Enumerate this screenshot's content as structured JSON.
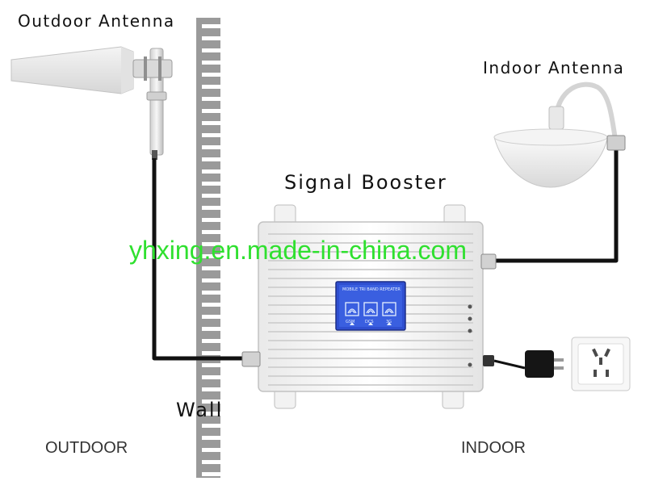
{
  "labels": {
    "outdoor_antenna": "Outdoor Antenna",
    "indoor_antenna": "Indoor Antenna",
    "signal_booster": "Signal Booster",
    "wall": "Wall",
    "outdoor": "OUTDOOR",
    "indoor": "INDOOR"
  },
  "watermark": "yhxing.en.made-in-china.com",
  "booster_panel": {
    "title": "MOBILE TRI BAND REPEATER",
    "bands": [
      "GSM",
      "DCS",
      "3G"
    ]
  },
  "colors": {
    "watermark": "#2fe02f",
    "lcd": "#2f4fd0",
    "cable": "#111111",
    "wall": "#8e8e8e"
  }
}
